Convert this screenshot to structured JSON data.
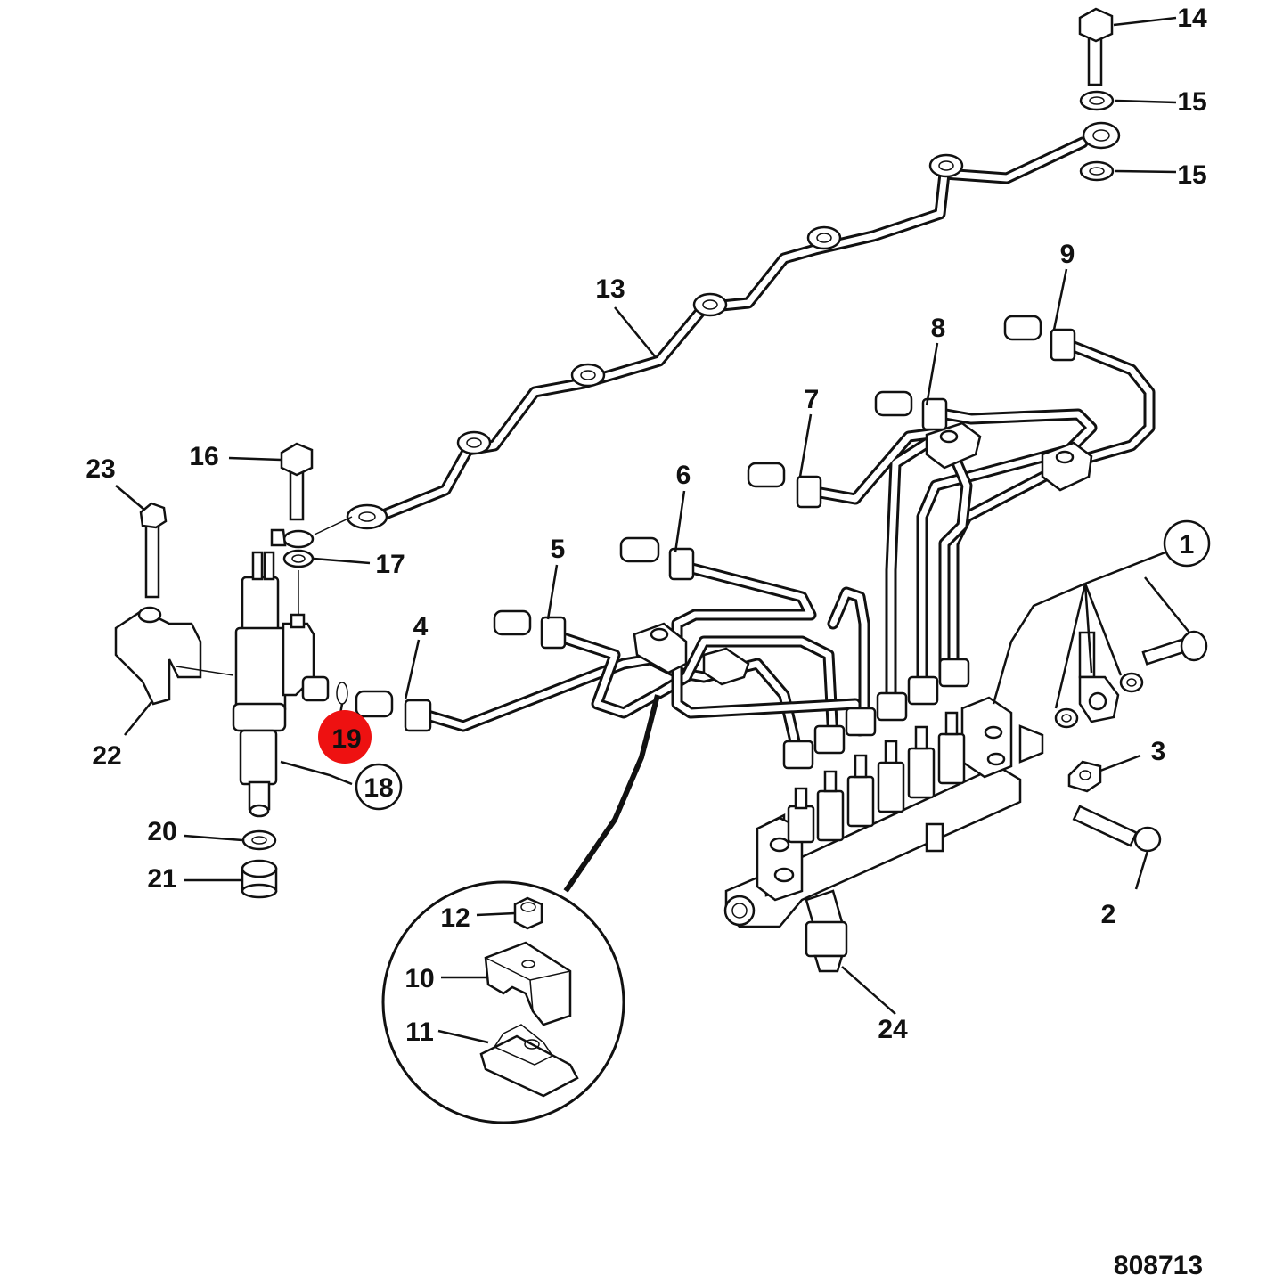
{
  "diagram": {
    "reference_number": "808713",
    "highlight_color": "#ee1111",
    "line_color": "#111111",
    "callouts": {
      "c1": "1",
      "c2": "2",
      "c3": "3",
      "c4": "4",
      "c5": "5",
      "c6": "6",
      "c7": "7",
      "c8": "8",
      "c9": "9",
      "c10": "10",
      "c11": "11",
      "c12": "12",
      "c13": "13",
      "c14": "14",
      "c15a": "15",
      "c15b": "15",
      "c16": "16",
      "c17": "17",
      "c18": "18",
      "c19": "19",
      "c20": "20",
      "c21": "21",
      "c22": "22",
      "c23": "23",
      "c24": "24"
    }
  }
}
